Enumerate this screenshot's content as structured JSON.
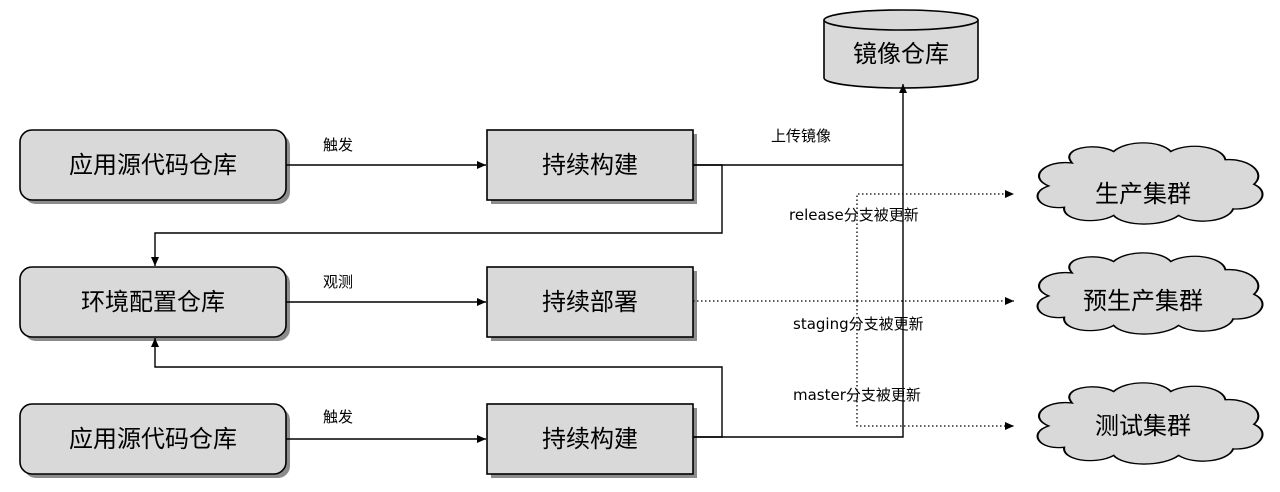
{
  "nodes": {
    "registry": "镜像仓库",
    "app_repo_top": "应用源代码仓库",
    "ci_top": "持续构建",
    "env_repo": "环境配置仓库",
    "cd": "持续部署",
    "app_repo_bottom": "应用源代码仓库",
    "ci_bottom": "持续构建",
    "prod_cluster": "生产集群",
    "preprod_cluster": "预生产集群",
    "test_cluster": "测试集群"
  },
  "edges": {
    "trigger_top": "触发",
    "observe": "观测",
    "trigger_bottom": "触发",
    "upload_image": "上传镜像",
    "release_updated": "release分支被更新",
    "staging_updated": "staging分支被更新",
    "master_updated": "master分支被更新"
  }
}
